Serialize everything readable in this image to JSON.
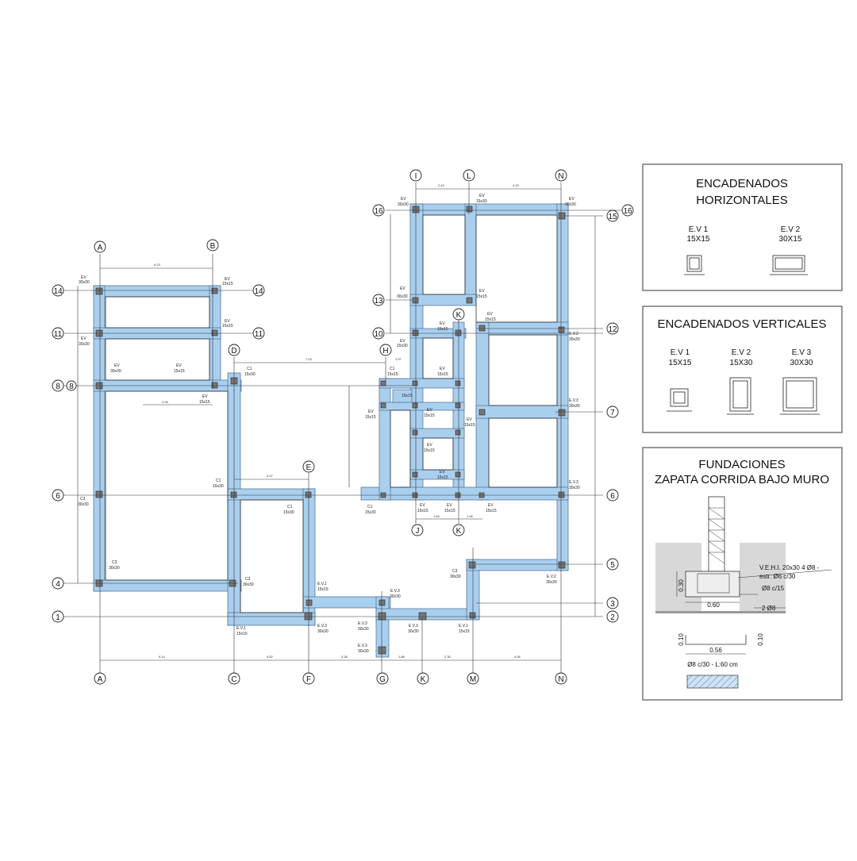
{
  "colors": {
    "wall_fill": "#a9cfef",
    "line": "#333333",
    "column": "#555555",
    "panel_border": "#555555"
  },
  "grid_bubbles_top": [
    "I",
    "L",
    "N"
  ],
  "grid_bubbles_left_top": [
    "A",
    "B"
  ],
  "grid_bubbles_mid": [
    "D",
    "H",
    "K",
    "E",
    "J",
    "K"
  ],
  "grid_bubbles_bottom": [
    "A",
    "C",
    "F",
    "G",
    "K",
    "M",
    "N"
  ],
  "grid_bubbles_left": [
    "14",
    "11",
    "8",
    "6",
    "4",
    "1"
  ],
  "grid_bubbles_right": [
    "16",
    "13",
    "10",
    "14",
    "11",
    "8"
  ],
  "grid_bubbles_far_right": [
    "16",
    "15",
    "12",
    "7",
    "6",
    "5",
    "3",
    "2"
  ],
  "element_labels": {
    "ev": "EV",
    "ev_3030": "30x30",
    "ev_1515": "15x15",
    "ev_1530": "15x30",
    "c1": "C1",
    "c3": "C3",
    "c1_size": "15x30",
    "c3_size": "30x30",
    "ev1": "E.V.1",
    "ev2": "E.V.2",
    "ev3": "E.V.3"
  },
  "panels": {
    "horizontal": {
      "title_line1": "ENCADENADOS",
      "title_line2": "HORIZONTALES",
      "items": [
        {
          "name": "E.V 1",
          "size": "15X15"
        },
        {
          "name": "E.V 2",
          "size": "30X15"
        }
      ]
    },
    "vertical": {
      "title": "ENCADENADOS VERTICALES",
      "items": [
        {
          "name": "E.V 1",
          "size": "15X15"
        },
        {
          "name": "E.V 2",
          "size": "15X30"
        },
        {
          "name": "E.V 3",
          "size": "30X30"
        }
      ]
    },
    "foundations": {
      "title_line1": "FUNDACIONES",
      "title_line2": "ZAPATA CORRIDA BAJO MURO",
      "note_line1": "V.E.H.I. 20x30 4 Ø8 -",
      "note_line2": "estr. Ø6 c/30",
      "note_line3": "Ø8 c/15",
      "note_bars": "2 Ø8",
      "dim_width": "0.60",
      "dim_height": "0.30",
      "dim_bottom": "0.56",
      "dim_side": "0.10",
      "bottom_note": "Ø8 c/30  -  L:60 cm"
    }
  }
}
